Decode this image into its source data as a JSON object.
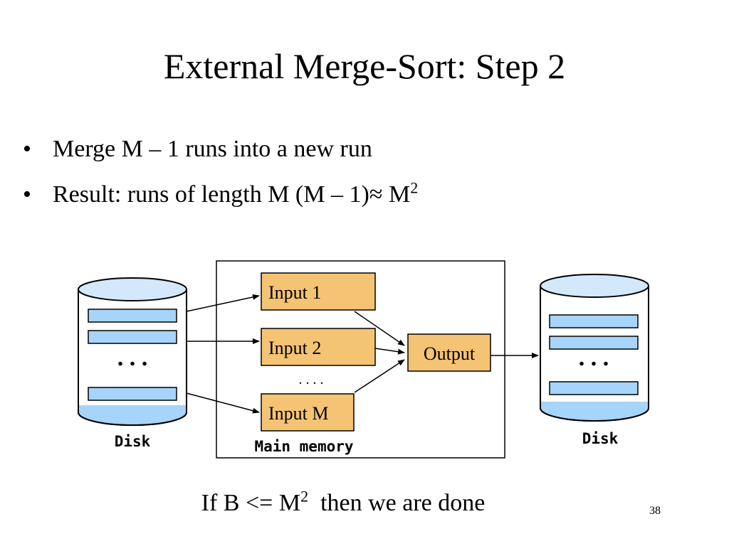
{
  "slide": {
    "title": "External Merge-Sort: Step 2",
    "bullets": [
      {
        "marker": "•",
        "text": "Merge M – 1 runs into a new run",
        "sup": ""
      },
      {
        "marker": "•",
        "text": "Result: runs of length M (M – 1)≈ M",
        "sup": "2"
      }
    ],
    "footer": {
      "text_before": "If B <= M",
      "sup": "2",
      "text_after": "  then we are done"
    },
    "page_number": "38"
  },
  "diagram": {
    "left_disk": {
      "label": "Disk",
      "ellipsis": ". . ."
    },
    "right_disk": {
      "label": "Disk",
      "ellipsis": ". . ."
    },
    "main_memory": {
      "label": "Main memory",
      "input_buffers": [
        "Input 1",
        "Input 2",
        "Input M"
      ],
      "ellipsis": ". . . .",
      "output_buffer": "Output"
    },
    "colors": {
      "disk_fill": "#ffffff",
      "disk_top": "#d3e8fa",
      "run_bar": "#a6d4fa",
      "buffer_fill": "#f5c374",
      "stroke": "#000000"
    }
  }
}
